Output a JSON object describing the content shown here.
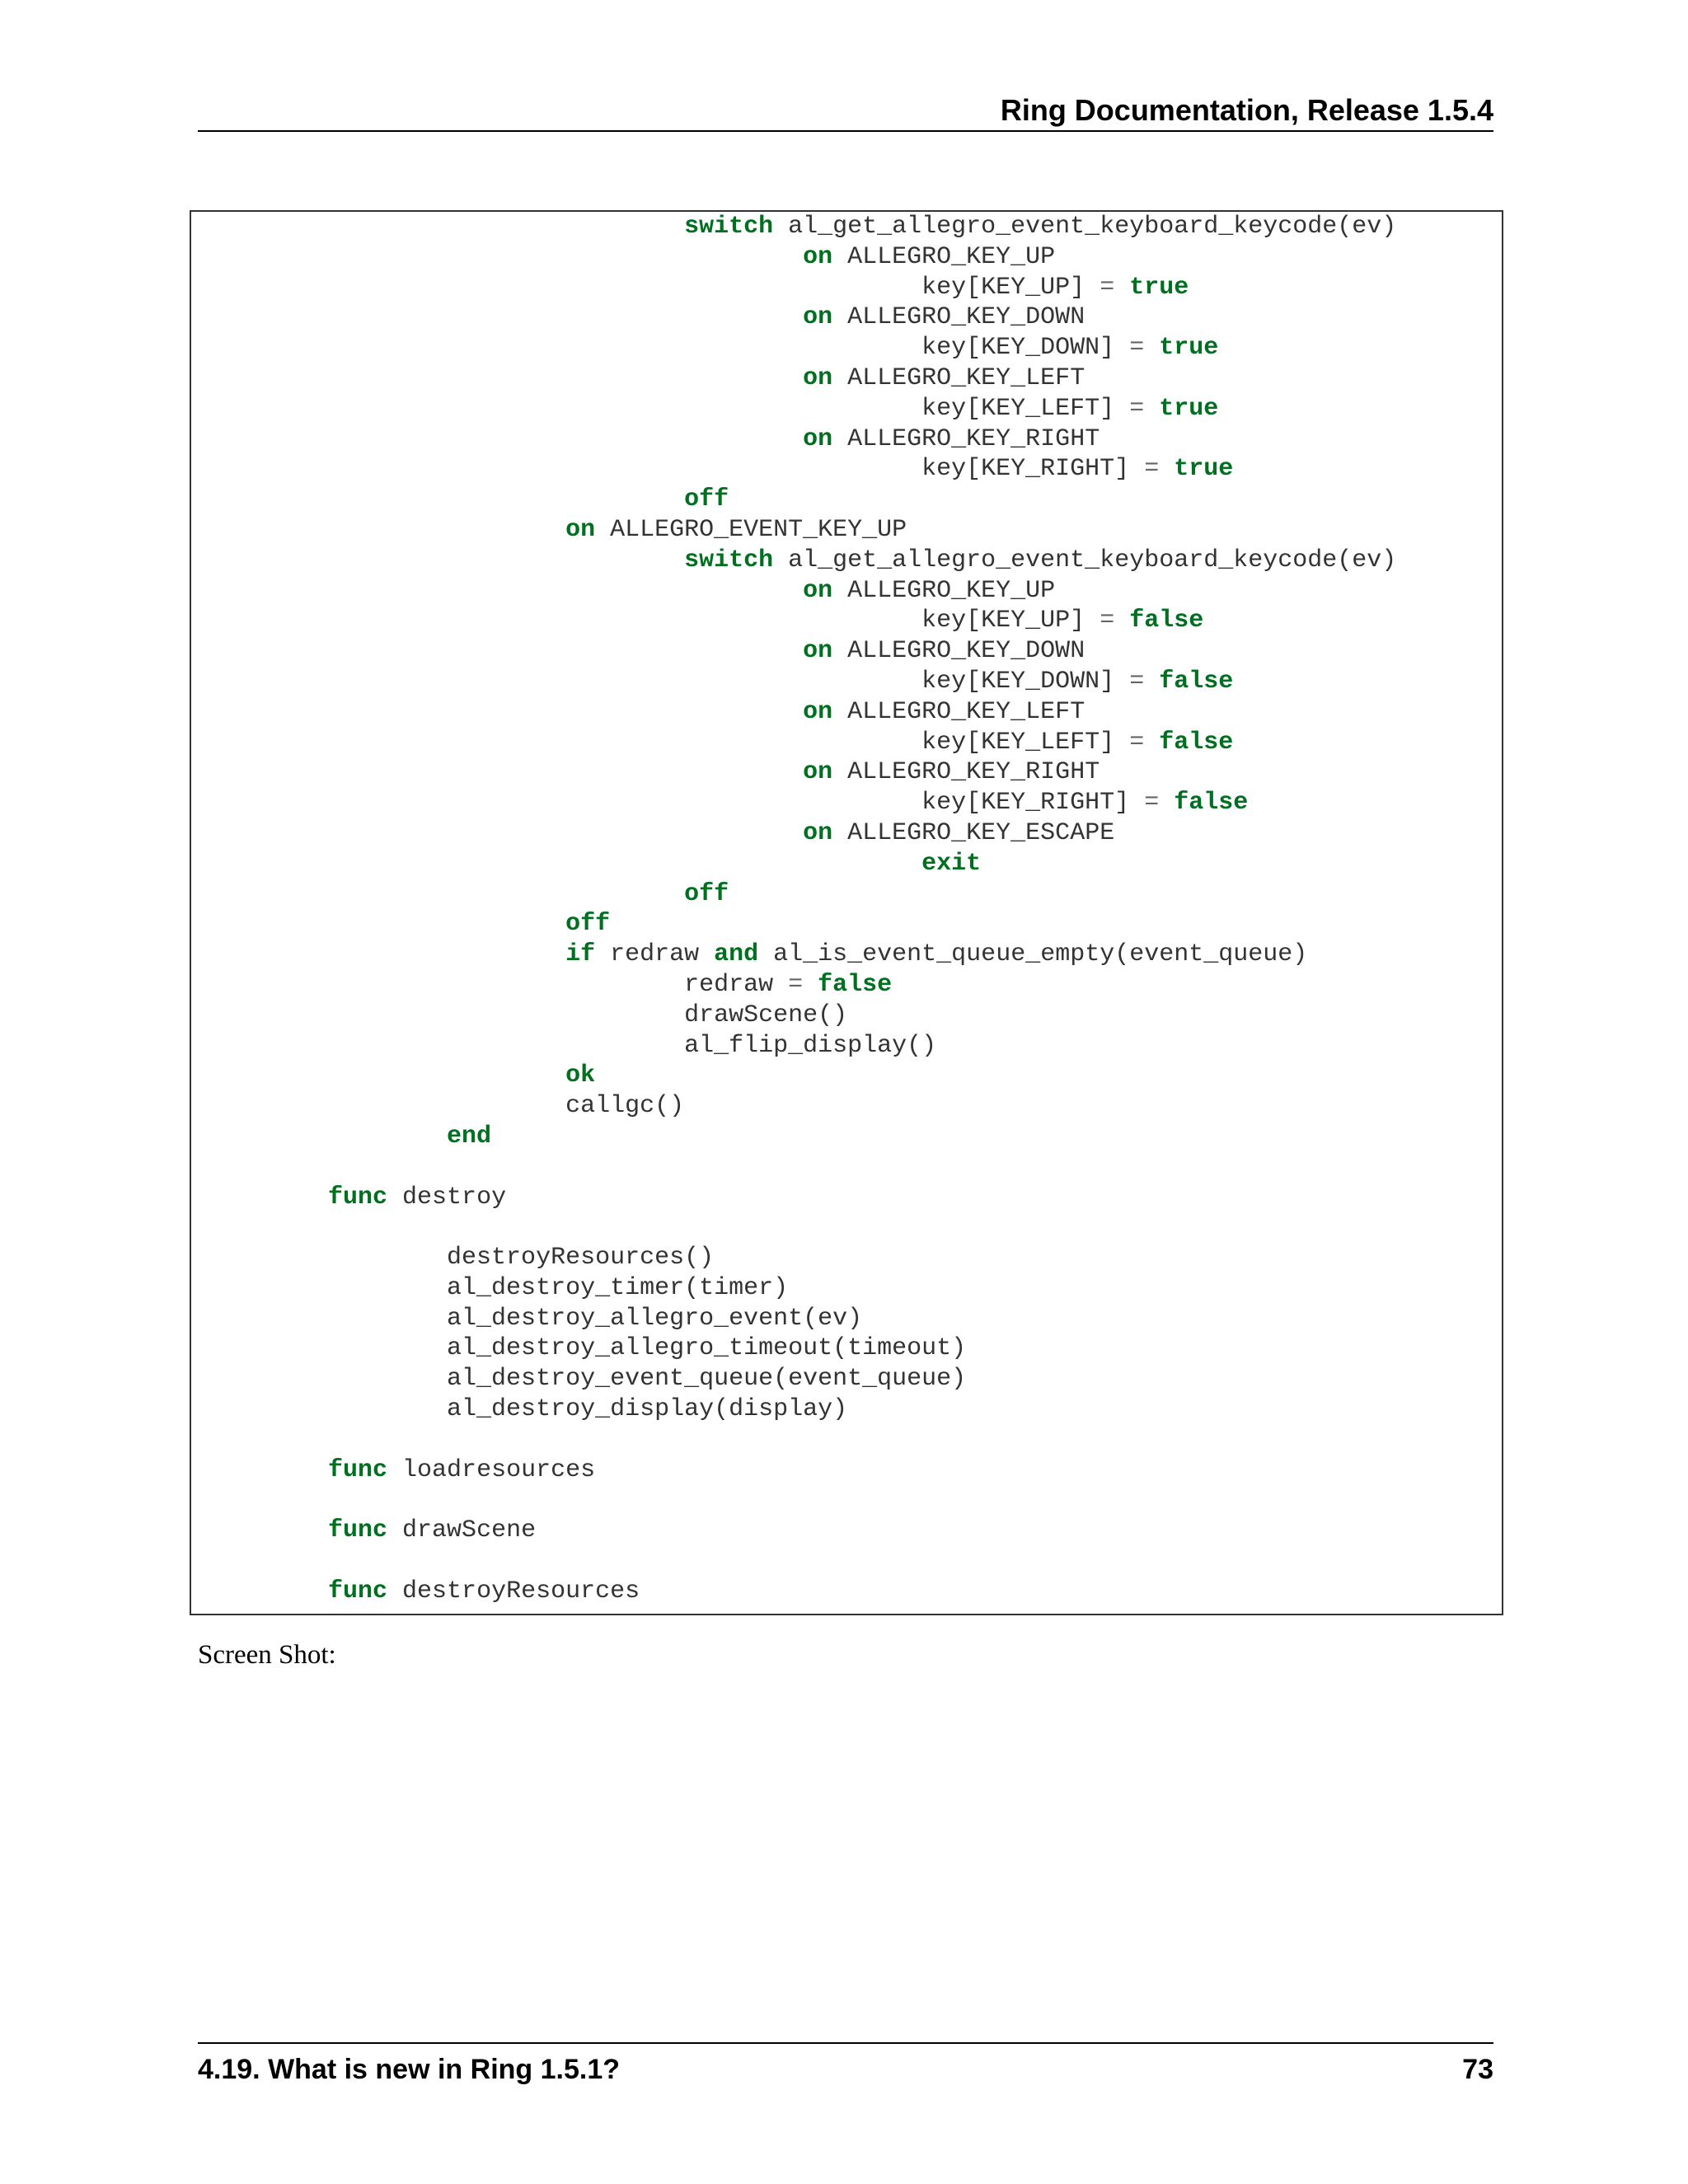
{
  "header": {
    "title": "Ring Documentation, Release 1.5.4"
  },
  "code": {
    "keyword_color": "#007020",
    "text_color": "#333333",
    "lines": [
      {
        "indent": 16,
        "tokens": [
          [
            "kw",
            "switch"
          ],
          [
            "t",
            " al_get_allegro_event_keyboard_keycode(ev)"
          ]
        ]
      },
      {
        "indent": 24,
        "tokens": [
          [
            "kw",
            "on"
          ],
          [
            "t",
            " ALLEGRO_KEY_UP"
          ]
        ]
      },
      {
        "indent": 32,
        "tokens": [
          [
            "t",
            "key[KEY_UP] "
          ],
          [
            "op",
            "="
          ],
          [
            "t",
            " "
          ],
          [
            "kw",
            "true"
          ]
        ]
      },
      {
        "indent": 24,
        "tokens": [
          [
            "kw",
            "on"
          ],
          [
            "t",
            " ALLEGRO_KEY_DOWN"
          ]
        ]
      },
      {
        "indent": 32,
        "tokens": [
          [
            "t",
            "key[KEY_DOWN] "
          ],
          [
            "op",
            "="
          ],
          [
            "t",
            " "
          ],
          [
            "kw",
            "true"
          ]
        ]
      },
      {
        "indent": 24,
        "tokens": [
          [
            "kw",
            "on"
          ],
          [
            "t",
            " ALLEGRO_KEY_LEFT"
          ]
        ]
      },
      {
        "indent": 32,
        "tokens": [
          [
            "t",
            "key[KEY_LEFT] "
          ],
          [
            "op",
            "="
          ],
          [
            "t",
            " "
          ],
          [
            "kw",
            "true"
          ]
        ]
      },
      {
        "indent": 24,
        "tokens": [
          [
            "kw",
            "on"
          ],
          [
            "t",
            " ALLEGRO_KEY_RIGHT"
          ]
        ]
      },
      {
        "indent": 32,
        "tokens": [
          [
            "t",
            "key[KEY_RIGHT] "
          ],
          [
            "op",
            "="
          ],
          [
            "t",
            " "
          ],
          [
            "kw",
            "true"
          ]
        ]
      },
      {
        "indent": 16,
        "tokens": [
          [
            "kw",
            "off"
          ]
        ]
      },
      {
        "indent": 8,
        "tokens": [
          [
            "kw",
            "on"
          ],
          [
            "t",
            " ALLEGRO_EVENT_KEY_UP"
          ]
        ]
      },
      {
        "indent": 16,
        "tokens": [
          [
            "kw",
            "switch"
          ],
          [
            "t",
            " al_get_allegro_event_keyboard_keycode(ev)"
          ]
        ]
      },
      {
        "indent": 24,
        "tokens": [
          [
            "kw",
            "on"
          ],
          [
            "t",
            " ALLEGRO_KEY_UP"
          ]
        ]
      },
      {
        "indent": 32,
        "tokens": [
          [
            "t",
            "key[KEY_UP] "
          ],
          [
            "op",
            "="
          ],
          [
            "t",
            " "
          ],
          [
            "kw",
            "false"
          ]
        ]
      },
      {
        "indent": 24,
        "tokens": [
          [
            "kw",
            "on"
          ],
          [
            "t",
            " ALLEGRO_KEY_DOWN"
          ]
        ]
      },
      {
        "indent": 32,
        "tokens": [
          [
            "t",
            "key[KEY_DOWN] "
          ],
          [
            "op",
            "="
          ],
          [
            "t",
            " "
          ],
          [
            "kw",
            "false"
          ]
        ]
      },
      {
        "indent": 24,
        "tokens": [
          [
            "kw",
            "on"
          ],
          [
            "t",
            " ALLEGRO_KEY_LEFT"
          ]
        ]
      },
      {
        "indent": 32,
        "tokens": [
          [
            "t",
            "key[KEY_LEFT] "
          ],
          [
            "op",
            "="
          ],
          [
            "t",
            " "
          ],
          [
            "kw",
            "false"
          ]
        ]
      },
      {
        "indent": 24,
        "tokens": [
          [
            "kw",
            "on"
          ],
          [
            "t",
            " ALLEGRO_KEY_RIGHT"
          ]
        ]
      },
      {
        "indent": 32,
        "tokens": [
          [
            "t",
            "key[KEY_RIGHT] "
          ],
          [
            "op",
            "="
          ],
          [
            "t",
            " "
          ],
          [
            "kw",
            "false"
          ]
        ]
      },
      {
        "indent": 24,
        "tokens": [
          [
            "kw",
            "on"
          ],
          [
            "t",
            " ALLEGRO_KEY_ESCAPE"
          ]
        ]
      },
      {
        "indent": 32,
        "tokens": [
          [
            "kw",
            "exit"
          ]
        ]
      },
      {
        "indent": 16,
        "tokens": [
          [
            "kw",
            "off"
          ]
        ]
      },
      {
        "indent": 8,
        "tokens": [
          [
            "kw",
            "off"
          ]
        ]
      },
      {
        "indent": 8,
        "tokens": [
          [
            "kw",
            "if"
          ],
          [
            "t",
            " redraw "
          ],
          [
            "kw",
            "and"
          ],
          [
            "t",
            " al_is_event_queue_empty(event_queue)"
          ]
        ]
      },
      {
        "indent": 16,
        "tokens": [
          [
            "t",
            "redraw "
          ],
          [
            "op",
            "="
          ],
          [
            "t",
            " "
          ],
          [
            "kw",
            "false"
          ]
        ]
      },
      {
        "indent": 16,
        "tokens": [
          [
            "t",
            "drawScene()"
          ]
        ]
      },
      {
        "indent": 16,
        "tokens": [
          [
            "t",
            "al_flip_display()"
          ]
        ]
      },
      {
        "indent": 8,
        "tokens": [
          [
            "kw",
            "ok"
          ]
        ]
      },
      {
        "indent": 8,
        "tokens": [
          [
            "t",
            "callgc()"
          ]
        ]
      },
      {
        "indent": 0,
        "tokens": [
          [
            "kw",
            "end"
          ]
        ]
      },
      {
        "indent": 0,
        "tokens": []
      },
      {
        "indent": -8,
        "tokens": [
          [
            "kw",
            "func"
          ],
          [
            "t",
            " destroy"
          ]
        ]
      },
      {
        "indent": 0,
        "tokens": []
      },
      {
        "indent": 0,
        "tokens": [
          [
            "t",
            "destroyResources()"
          ]
        ]
      },
      {
        "indent": 0,
        "tokens": [
          [
            "t",
            "al_destroy_timer(timer)"
          ]
        ]
      },
      {
        "indent": 0,
        "tokens": [
          [
            "t",
            "al_destroy_allegro_event(ev)"
          ]
        ]
      },
      {
        "indent": 0,
        "tokens": [
          [
            "t",
            "al_destroy_allegro_timeout(timeout)"
          ]
        ]
      },
      {
        "indent": 0,
        "tokens": [
          [
            "t",
            "al_destroy_event_queue(event_queue)"
          ]
        ]
      },
      {
        "indent": 0,
        "tokens": [
          [
            "t",
            "al_destroy_display(display)"
          ]
        ]
      },
      {
        "indent": 0,
        "tokens": []
      },
      {
        "indent": -8,
        "tokens": [
          [
            "kw",
            "func"
          ],
          [
            "t",
            " loadresources"
          ]
        ]
      },
      {
        "indent": 0,
        "tokens": []
      },
      {
        "indent": -8,
        "tokens": [
          [
            "kw",
            "func"
          ],
          [
            "t",
            " drawScene"
          ]
        ]
      },
      {
        "indent": 0,
        "tokens": []
      },
      {
        "indent": -8,
        "tokens": [
          [
            "kw",
            "func"
          ],
          [
            "t",
            " destroyResources"
          ]
        ]
      }
    ]
  },
  "caption": "Screen Shot:",
  "footer": {
    "section": "4.19.  What is new in Ring 1.5.1?",
    "page_number": "73"
  }
}
